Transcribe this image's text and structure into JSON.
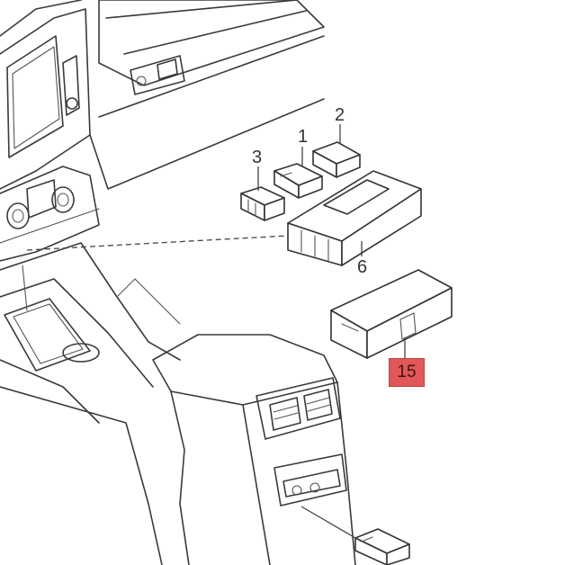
{
  "diagram": {
    "callouts": {
      "c1": "1",
      "c2": "2",
      "c3": "3",
      "c6": "6",
      "c15": "15"
    },
    "colors": {
      "line": "#333333",
      "highlight": "#e05858",
      "background": "#ffffff"
    }
  }
}
